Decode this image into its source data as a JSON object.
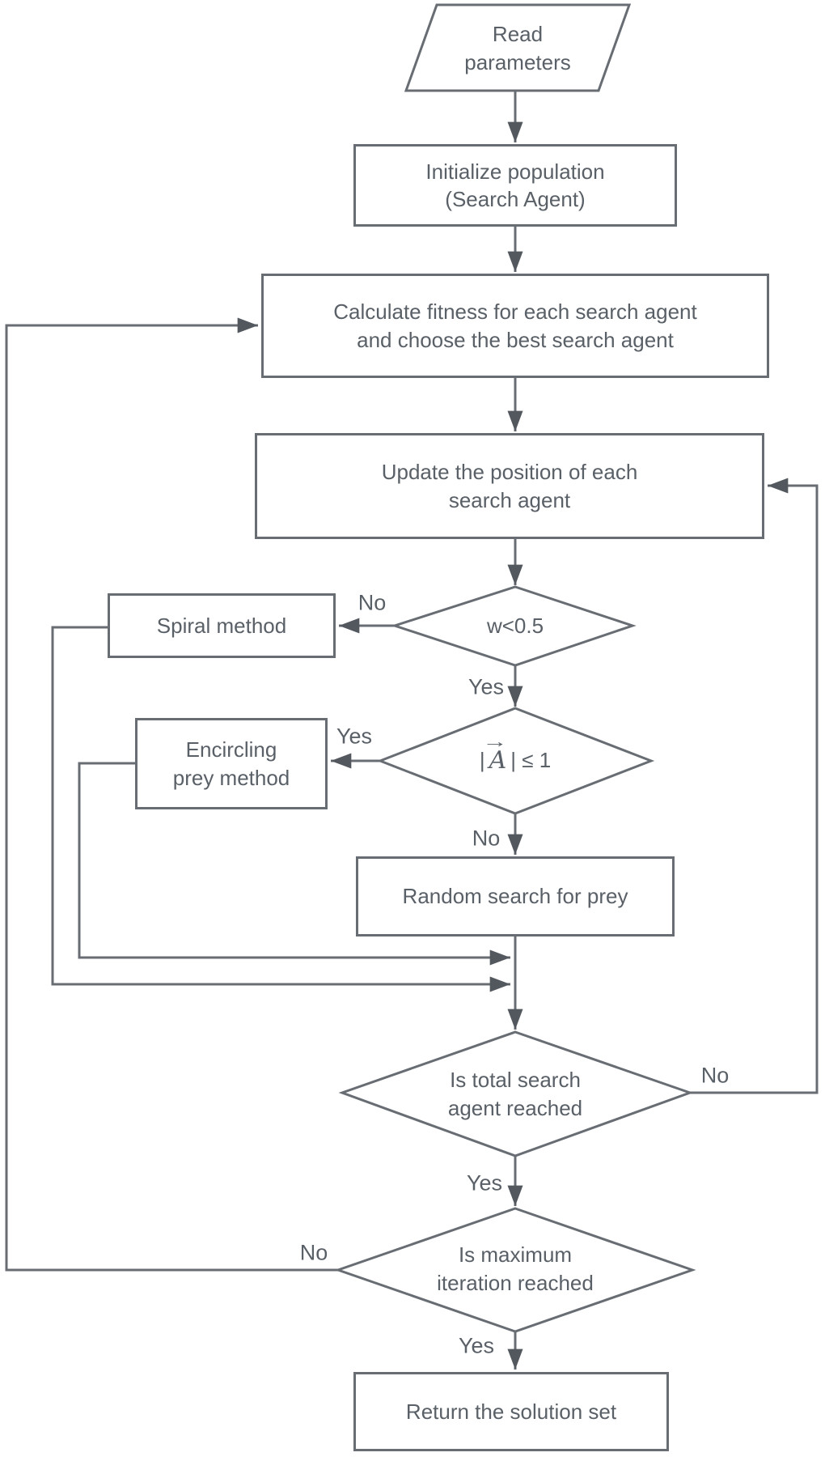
{
  "nodes": {
    "read_parameters": "Read\nparameters",
    "initialize": "Initialize population\n(Search Agent)",
    "calculate": "Calculate fitness for each search agent\nand choose the best search agent",
    "update": "Update the position of each\nsearch agent",
    "spiral": "Spiral method",
    "encircling": "Encircling\nprey method",
    "random": "Random search for prey",
    "decision_w": "w<0.5",
    "decision_a": {
      "pre": "|",
      "var": "A",
      "arrow": "→",
      "post": "| ≤ 1"
    },
    "decision_total": "Is total search\nagent reached",
    "decision_max": "Is maximum\niteration reached",
    "return": "Return the solution set"
  },
  "edge_labels": {
    "w_no": "No",
    "w_yes": "Yes",
    "a_yes": "Yes",
    "a_no": "No",
    "total_no": "No",
    "total_yes": "Yes",
    "max_no": "No",
    "max_yes": "Yes"
  },
  "colors": {
    "line": "#686d74",
    "text": "#5a6067",
    "background": "#ffffff"
  }
}
